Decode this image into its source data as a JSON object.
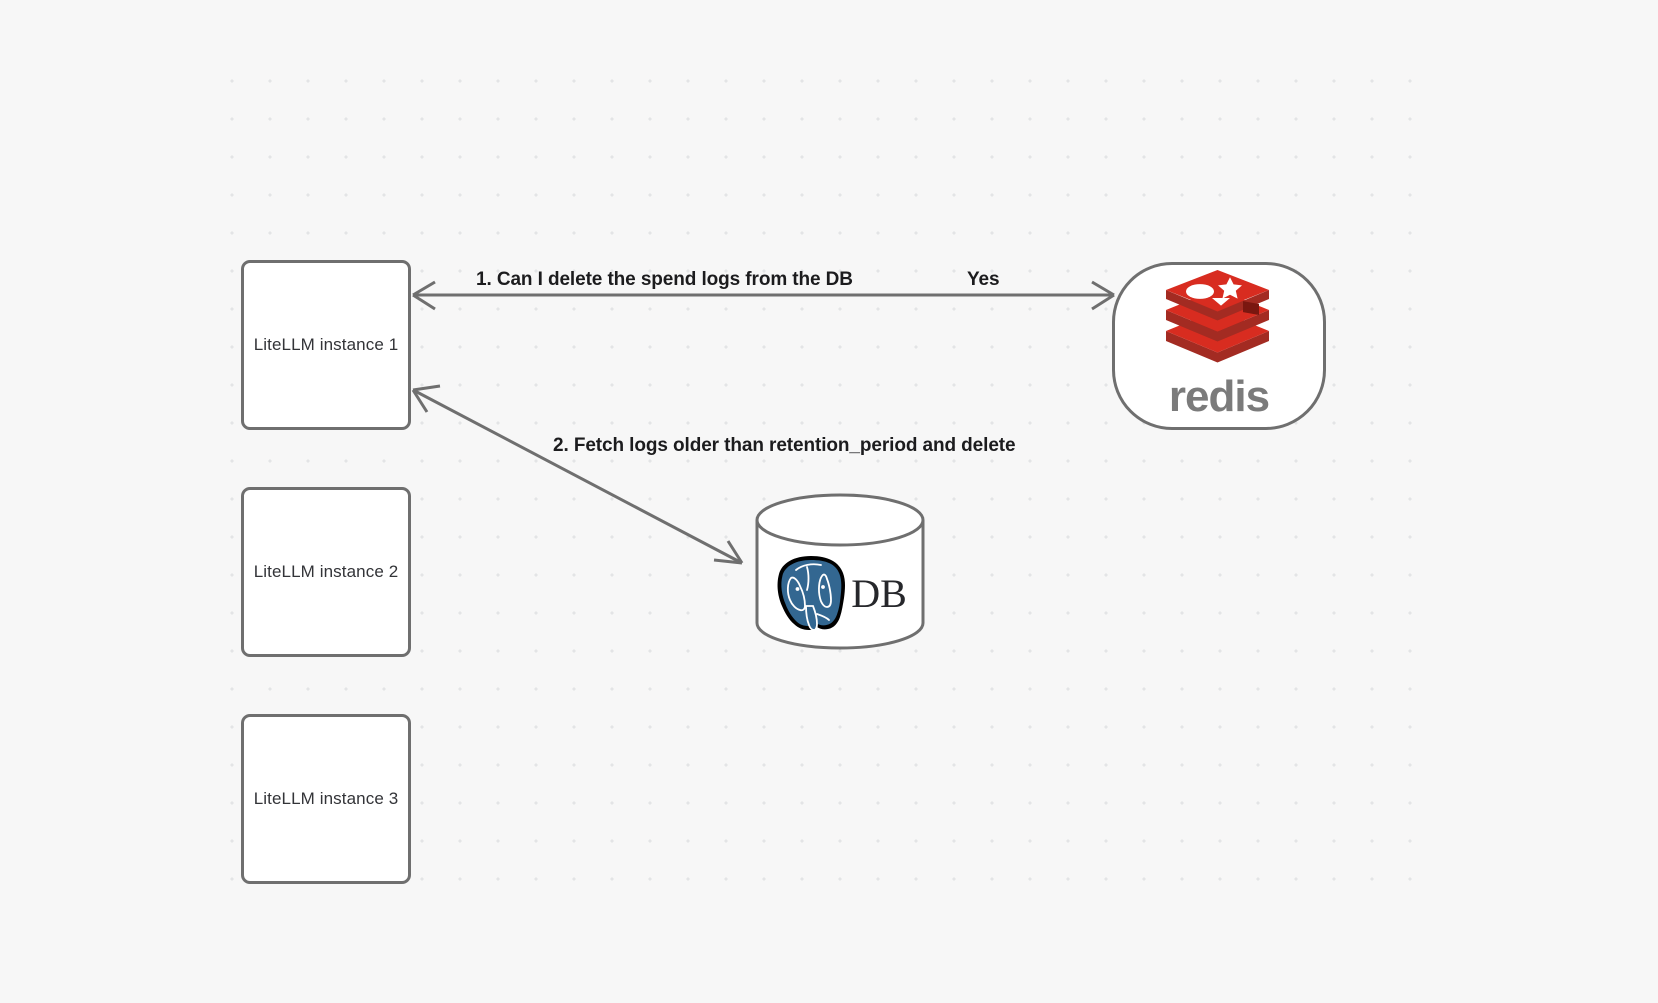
{
  "diagram": {
    "type": "flow-diagram",
    "background_color": "#f7f7f7",
    "grid": "dot-grid",
    "nodes": [
      {
        "id": "litellm-1",
        "label": "LiteLLM instance 1",
        "shape": "rounded-rect"
      },
      {
        "id": "litellm-2",
        "label": "LiteLLM instance 2",
        "shape": "rounded-rect"
      },
      {
        "id": "litellm-3",
        "label": "LiteLLM instance 3",
        "shape": "rounded-rect"
      },
      {
        "id": "redis",
        "label": "redis",
        "shape": "stadium",
        "logo": "redis-logo",
        "brand_color": "#d82c20"
      },
      {
        "id": "db",
        "label": "DB",
        "shape": "cylinder",
        "logo": "postgresql-elephant-icon",
        "brand_color": "#336791"
      }
    ],
    "edges": [
      {
        "id": "edge-1",
        "from": "litellm-1",
        "to": "redis",
        "label": "1.  Can I delete the spend logs from the DB",
        "reply_label": "Yes",
        "arrow": "both"
      },
      {
        "id": "edge-2",
        "from": "db",
        "to": "litellm-1",
        "label": "2.  Fetch logs older than retention_period and delete",
        "arrow": "both"
      }
    ],
    "stroke_color": "#6f6f6f"
  }
}
